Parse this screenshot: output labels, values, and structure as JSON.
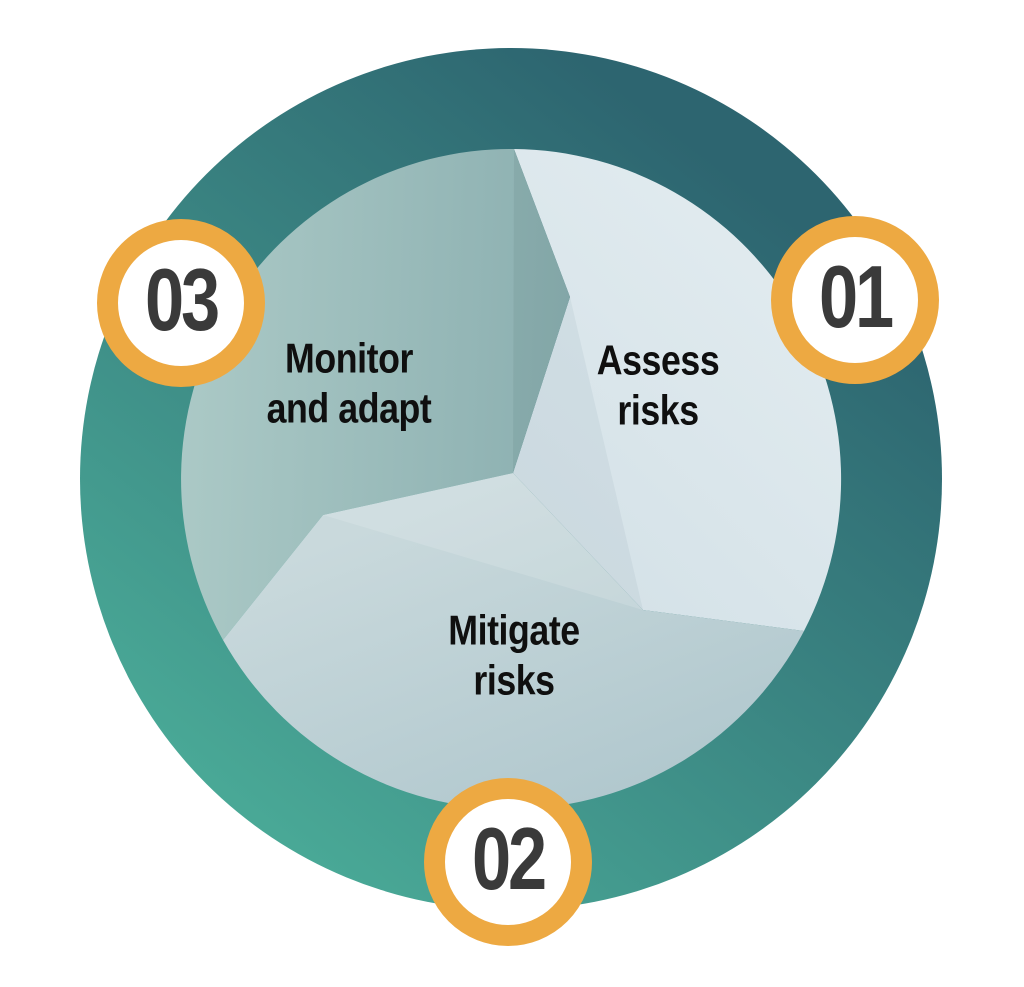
{
  "diagram": {
    "type": "cycle",
    "steps": [
      {
        "number": "01",
        "label": "Assess\nrisks"
      },
      {
        "number": "02",
        "label": "Mitigate\nrisks"
      },
      {
        "number": "03",
        "label": "Monitor\nand adapt"
      }
    ]
  },
  "colors": {
    "page_bg": "#ffffff",
    "ring_grad_start": "#49a896",
    "ring_grad_end": "#2d6570",
    "monitor_grad_start": "#abc9c6",
    "monitor_grad_end": "#8bafb0",
    "assess_grad_start": "#e1ebef",
    "assess_grad_end": "#d5e2e8",
    "mitigate_grad_start": "#c9d9dc",
    "mitigate_grad_end": "#b1c8ce",
    "badge_ring": "#eda942",
    "badge_bg": "#ffffff",
    "badge_number": "#3a3a3a",
    "label_color": "#0f0f0f"
  }
}
